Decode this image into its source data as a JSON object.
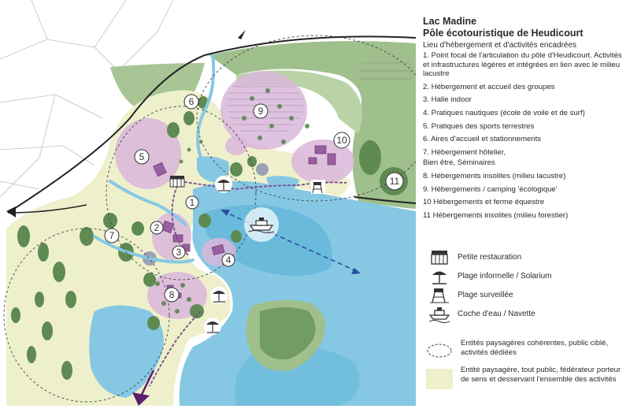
{
  "legend": {
    "title": "Lac Madine",
    "subtitle": "Pôle écotouristique de Heudicourt",
    "intro": "Lieu d'hébergement et d'activités encadrées",
    "items": [
      "1. Point focal de l'articulation du pôle d'Heudicourt. Activités et infrastructures légères et intégrées en lien avec le milieu lacustre",
      "2. Hébergement et accueil des groupes",
      "3. Halle indoor",
      "4. Pratiques nautiques (école de voile et de surf)",
      "5. Pratiques des sports terrestres",
      "6. Aires d'accueil et stationnements",
      "7. Hébergement hôtelier,",
      "Bien être, Séminaires",
      "8.  Hébergements insolites (milieu lacustre)",
      "9.  Hébergements / camping 'écologique'",
      "10 Hébergements et ferme équestre",
      "11 Hébergements insolites (milieu forestier)"
    ],
    "symbols": [
      {
        "icon": "market-stall-icon",
        "label": "Petite restauration"
      },
      {
        "icon": "parasol-icon",
        "label": "Plage informelle / Solarium"
      },
      {
        "icon": "lifeguard-tower-icon",
        "label": "Plage surveillée"
      },
      {
        "icon": "boat-icon",
        "label": "Coche d'eau / Navette"
      }
    ],
    "zones": [
      {
        "swatch": "dashed-ellipse",
        "label": "Entités paysagères cohérentes, public ciblé, activités dédiées"
      },
      {
        "swatch": "pale-yellow",
        "label": "Entité paysagère, tout public, fédérateur porteur de sens et desservant l'ensemble des activités"
      }
    ]
  },
  "map": {
    "markers": [
      "1",
      "2",
      "3",
      "4",
      "5",
      "6",
      "7",
      "8",
      "9",
      "10",
      "11"
    ]
  },
  "colors": {
    "lake": "#86c8e3",
    "lake_deep": "#5eb3d8",
    "forest": "#9fbf8c",
    "forest_dark": "#4f7d45",
    "meadow": "#eef0cc",
    "accommodation_zone": "#d9b6db",
    "building": "#9a5fa0",
    "road": "#222222",
    "route_arrow": "#5c1f6f",
    "path": "#7c4b8f"
  }
}
